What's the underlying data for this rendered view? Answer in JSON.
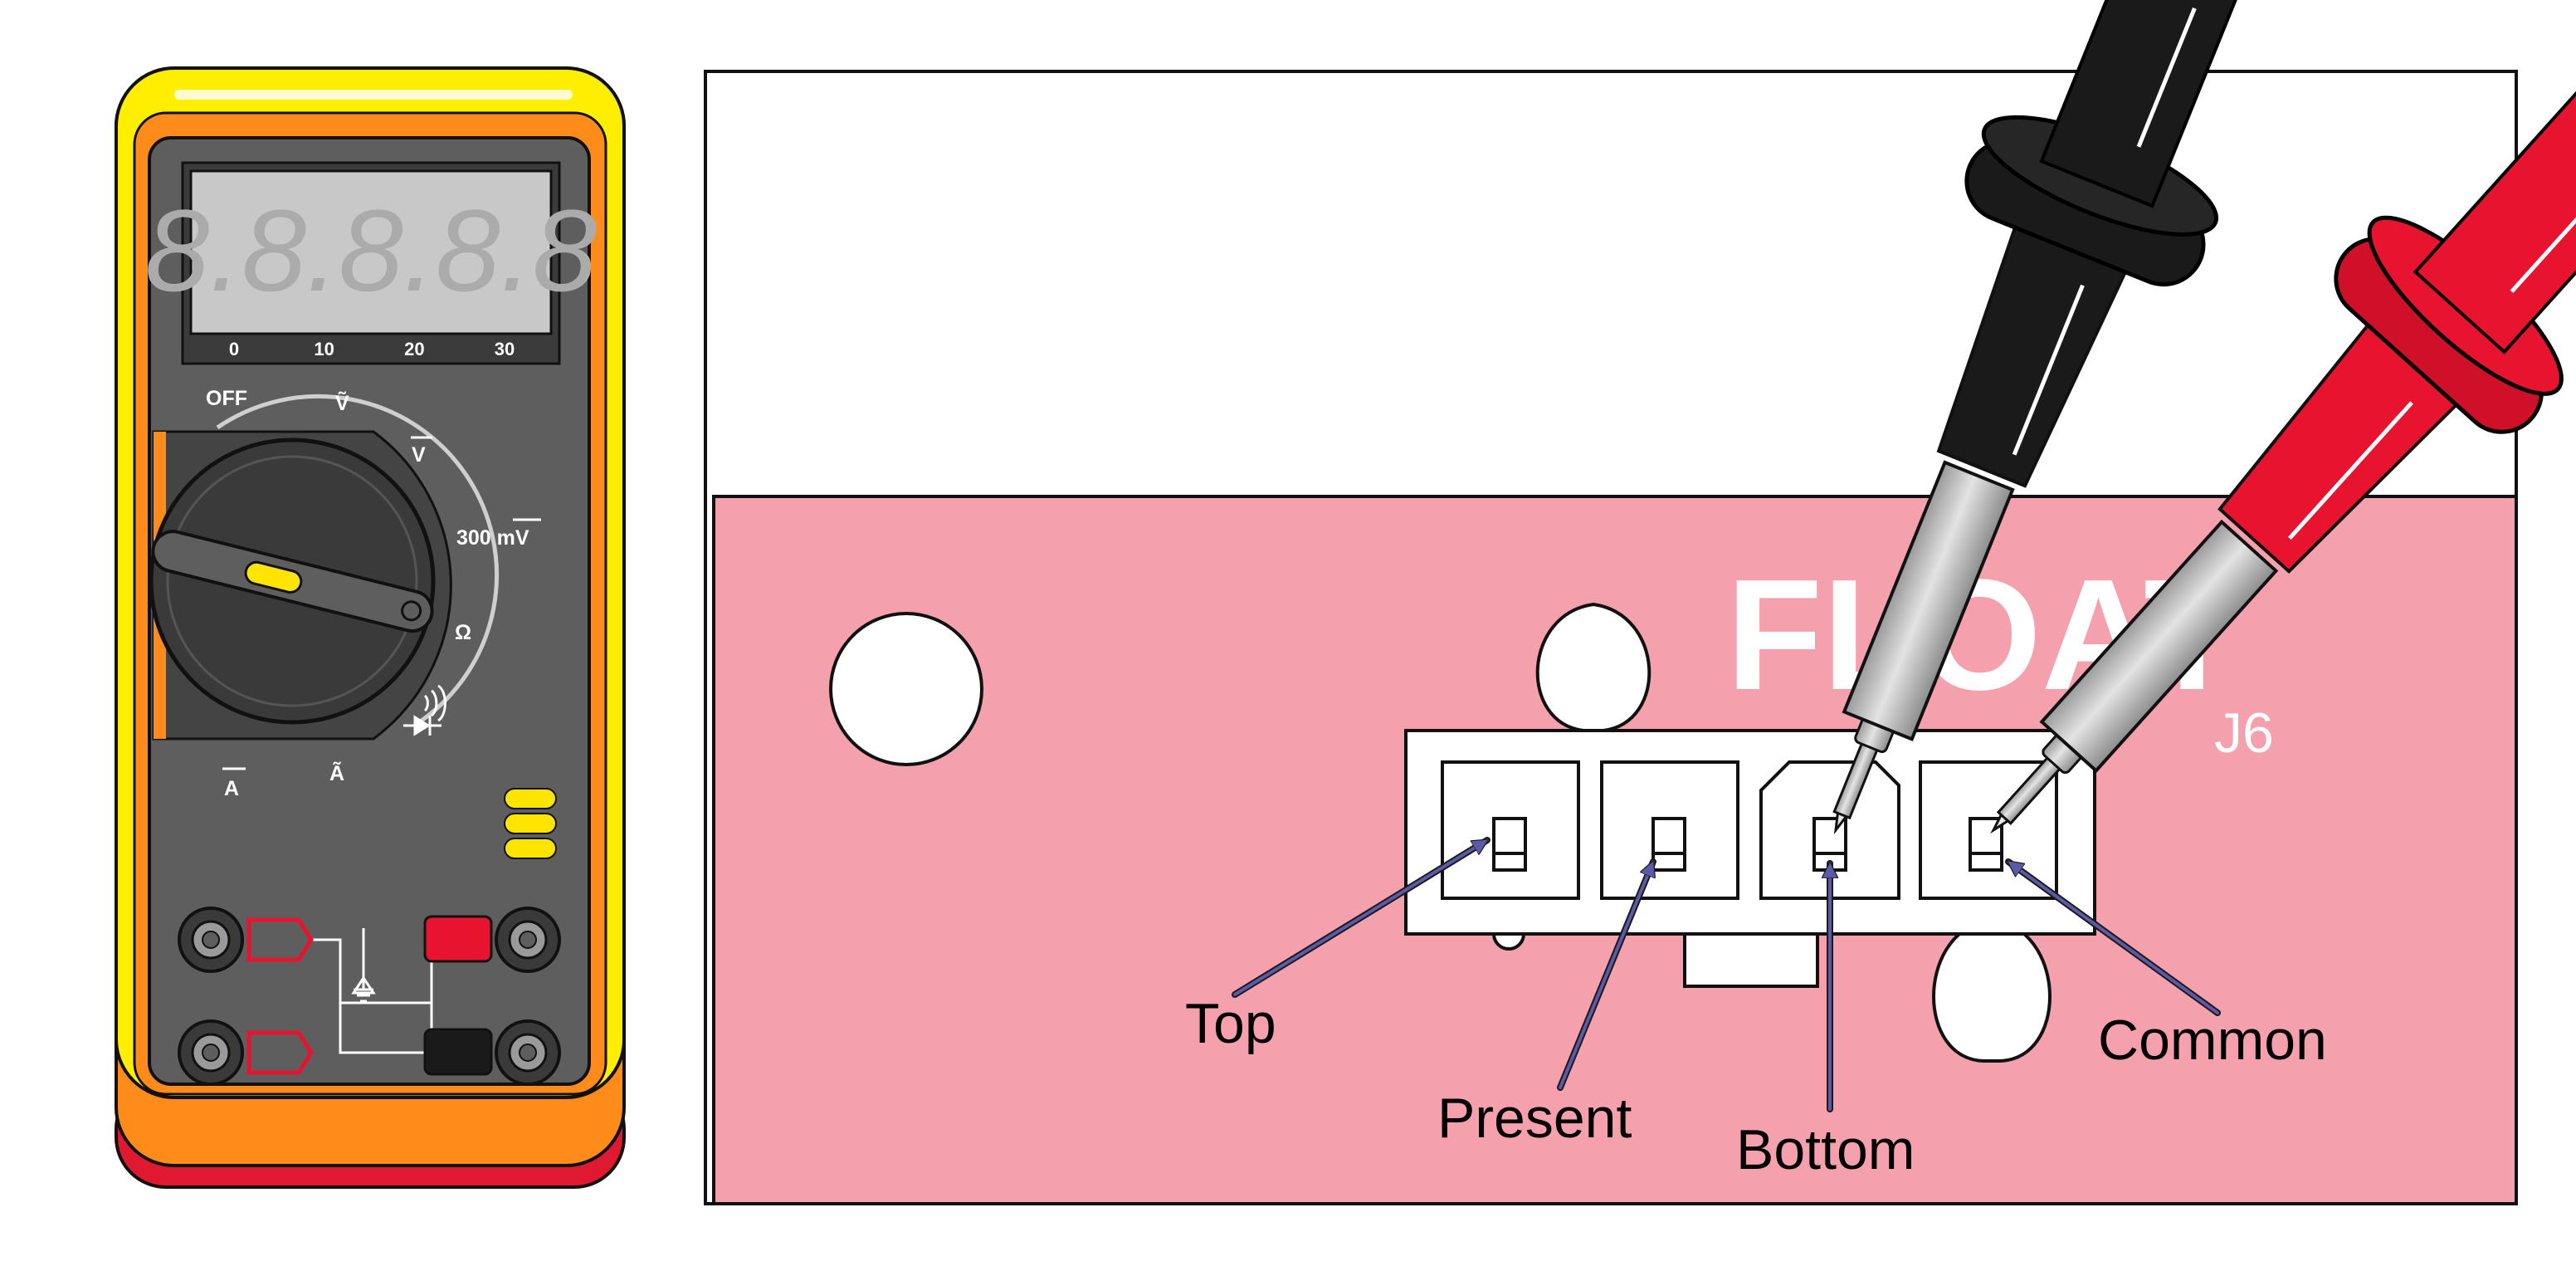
{
  "meter": {
    "display": "8.8.8.8.8",
    "scale_ticks": [
      "0",
      "10",
      "20",
      "30"
    ],
    "dial": {
      "off": "OFF",
      "ac_volts": "Ṽ",
      "dc_volts": "V",
      "millivolts": "300 mV",
      "ohms": "Ω",
      "ac_amps": "Ã",
      "dc_amps": "A"
    }
  },
  "board": {
    "silkscreen": "FLOAT",
    "connector_ref": "J6"
  },
  "callouts": {
    "top": "Top",
    "present": "Present",
    "bottom": "Bottom",
    "common": "Common"
  },
  "colors": {
    "meter_yellow": "#ffee00",
    "meter_orange": "#ff8c1a",
    "meter_body": "#5e5e5e",
    "board_pink": "#f5a0ad",
    "probe_red": "#e8132e",
    "probe_black": "#1a1a1a",
    "arrow_blue": "#5a5aa8"
  }
}
